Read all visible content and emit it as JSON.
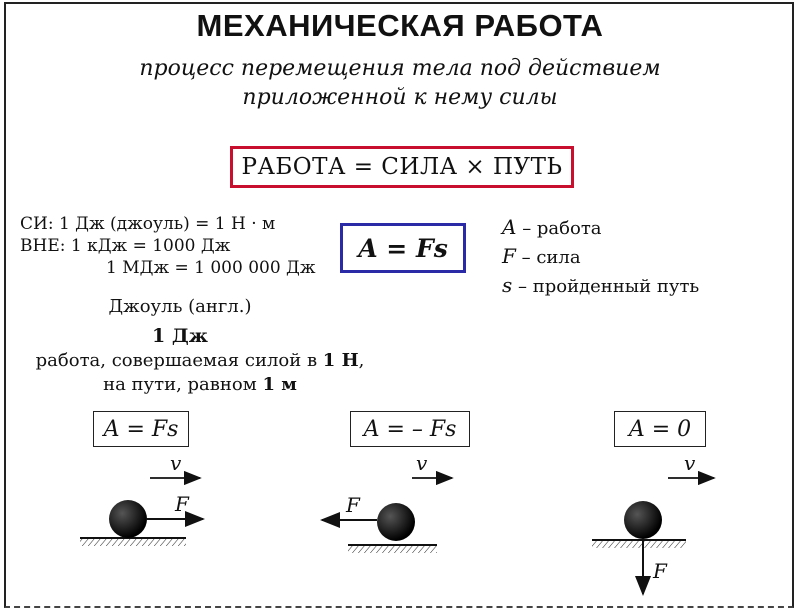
{
  "title": "МЕХАНИЧЕСКАЯ РАБОТА",
  "subtitle_line1": "процесс перемещения тела под действием",
  "subtitle_line2": "приложенной к нему силы",
  "formula_words": "РАБОТА = СИЛА × ПУТЬ",
  "formula_main": "A = Fs",
  "units": {
    "si": "СИ: 1 Дж (джоуль) = 1 Н · м",
    "vne1": "ВНЕ: 1 кДж  = 1000 Дж",
    "vne2": "1 МДж = 1 000 000 Дж"
  },
  "legend": [
    {
      "symbol": "A",
      "text": "– работа"
    },
    {
      "symbol": "F",
      "text": "– сила"
    },
    {
      "symbol": "s",
      "text": "– пройденный путь"
    }
  ],
  "joule": {
    "origin": "Джоуль (англ.)",
    "unit": "1 Дж",
    "def_line1_a": "работа, совершаемая силой в ",
    "def_line1_b": "1 Н",
    "def_line1_c": ",",
    "def_line2_a": "на пути, равном ",
    "def_line2_b": "1 м"
  },
  "cases": [
    {
      "formula": "A = Fs",
      "v": "v",
      "f": "F"
    },
    {
      "formula": "A = – Fs",
      "v": "v",
      "f": "F"
    },
    {
      "formula": "A = 0",
      "v": "v",
      "f": "F"
    }
  ],
  "colors": {
    "red_box": "#c8102e",
    "blue_box": "#2a2aa6"
  }
}
